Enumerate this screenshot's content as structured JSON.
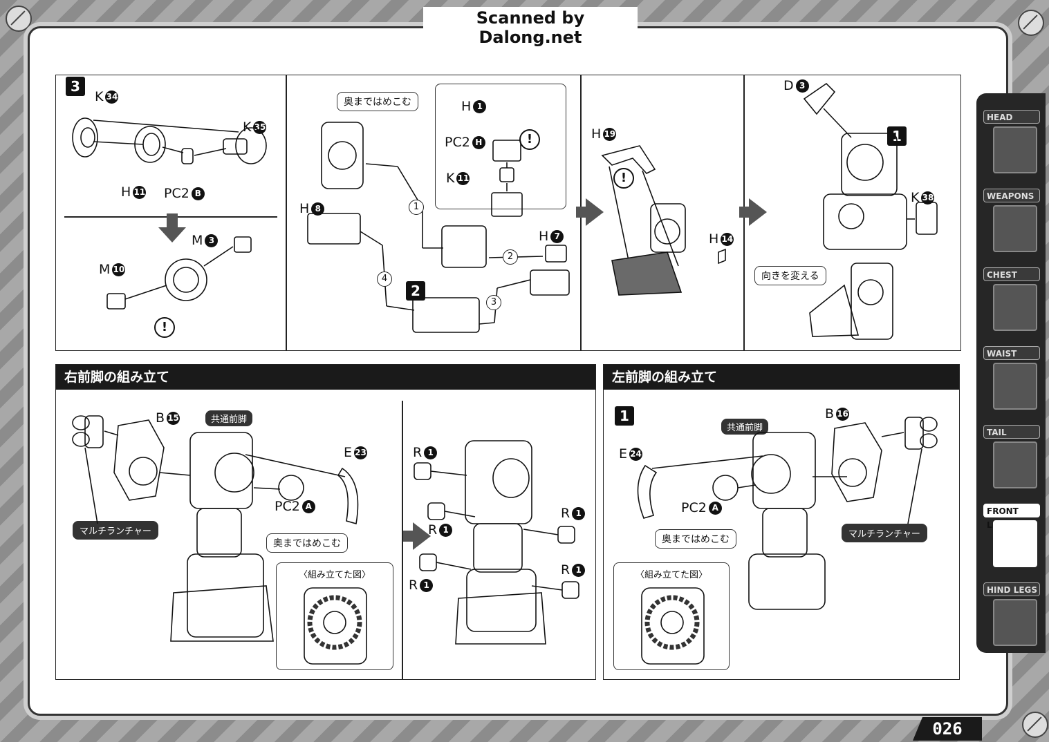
{
  "scan_credit": "Scanned by Dalong.net",
  "page_number": "026",
  "step3": {
    "step": "3",
    "p1": {
      "k34": {
        "letter": "K",
        "num": "34"
      },
      "k35": {
        "letter": "K",
        "num": "35"
      },
      "h11": {
        "letter": "H",
        "num": "11"
      },
      "pc2b": {
        "letter": "PC2",
        "num": "B"
      },
      "m3": {
        "letter": "M",
        "num": "3"
      },
      "m10": {
        "letter": "M",
        "num": "10"
      },
      "warn": "!"
    },
    "p2": {
      "callout": "奥まではめこむ",
      "h1": {
        "letter": "H",
        "num": "1"
      },
      "pc2h": {
        "letter": "PC2",
        "num": "H"
      },
      "k11": {
        "letter": "K",
        "num": "11"
      },
      "h8": {
        "letter": "H",
        "num": "8"
      },
      "h7": {
        "letter": "H",
        "num": "7"
      },
      "sub_step": "2",
      "order": [
        "1",
        "2",
        "3",
        "4"
      ],
      "warn": "!"
    },
    "p3": {
      "h19": {
        "letter": "H",
        "num": "19"
      },
      "h14": {
        "letter": "H",
        "num": "14"
      },
      "warn": "!"
    },
    "p4": {
      "d3": {
        "letter": "D",
        "num": "3"
      },
      "k38": {
        "letter": "K",
        "num": "38"
      },
      "sub_step": "1",
      "callout": "向きを変える"
    }
  },
  "right_leg": {
    "title": "右前脚の組み立て",
    "common_leg": "共通前脚",
    "b15": {
      "letter": "B",
      "num": "15"
    },
    "e23": {
      "letter": "E",
      "num": "23"
    },
    "pc2a": {
      "letter": "PC2",
      "num": "A"
    },
    "launcher": "マルチランチャー",
    "callout": "奥まではめこむ",
    "inset_title": "〈組み立てた図〉",
    "r_labels": [
      {
        "letter": "R",
        "num": "1"
      },
      {
        "letter": "R",
        "num": "1"
      },
      {
        "letter": "R",
        "num": "1"
      },
      {
        "letter": "R",
        "num": "1"
      },
      {
        "letter": "R",
        "num": "1"
      }
    ]
  },
  "left_leg": {
    "title": "左前脚の組み立て",
    "step": "1",
    "common_leg": "共通前脚",
    "b16": {
      "letter": "B",
      "num": "16"
    },
    "e24": {
      "letter": "E",
      "num": "24"
    },
    "pc2a": {
      "letter": "PC2",
      "num": "A"
    },
    "launcher": "マルチランチャー",
    "callout": "奥まではめこむ",
    "inset_title": "〈組み立てた図〉"
  },
  "sidebar": {
    "tabs": [
      {
        "label": "HEAD"
      },
      {
        "label": "WEAPONS"
      },
      {
        "label": "CHEST"
      },
      {
        "label": "WAIST"
      },
      {
        "label": "TAIL"
      },
      {
        "label": "FRONT LEGS"
      },
      {
        "label": "HIND LEGS"
      }
    ],
    "active": "FRONT LEGS"
  }
}
